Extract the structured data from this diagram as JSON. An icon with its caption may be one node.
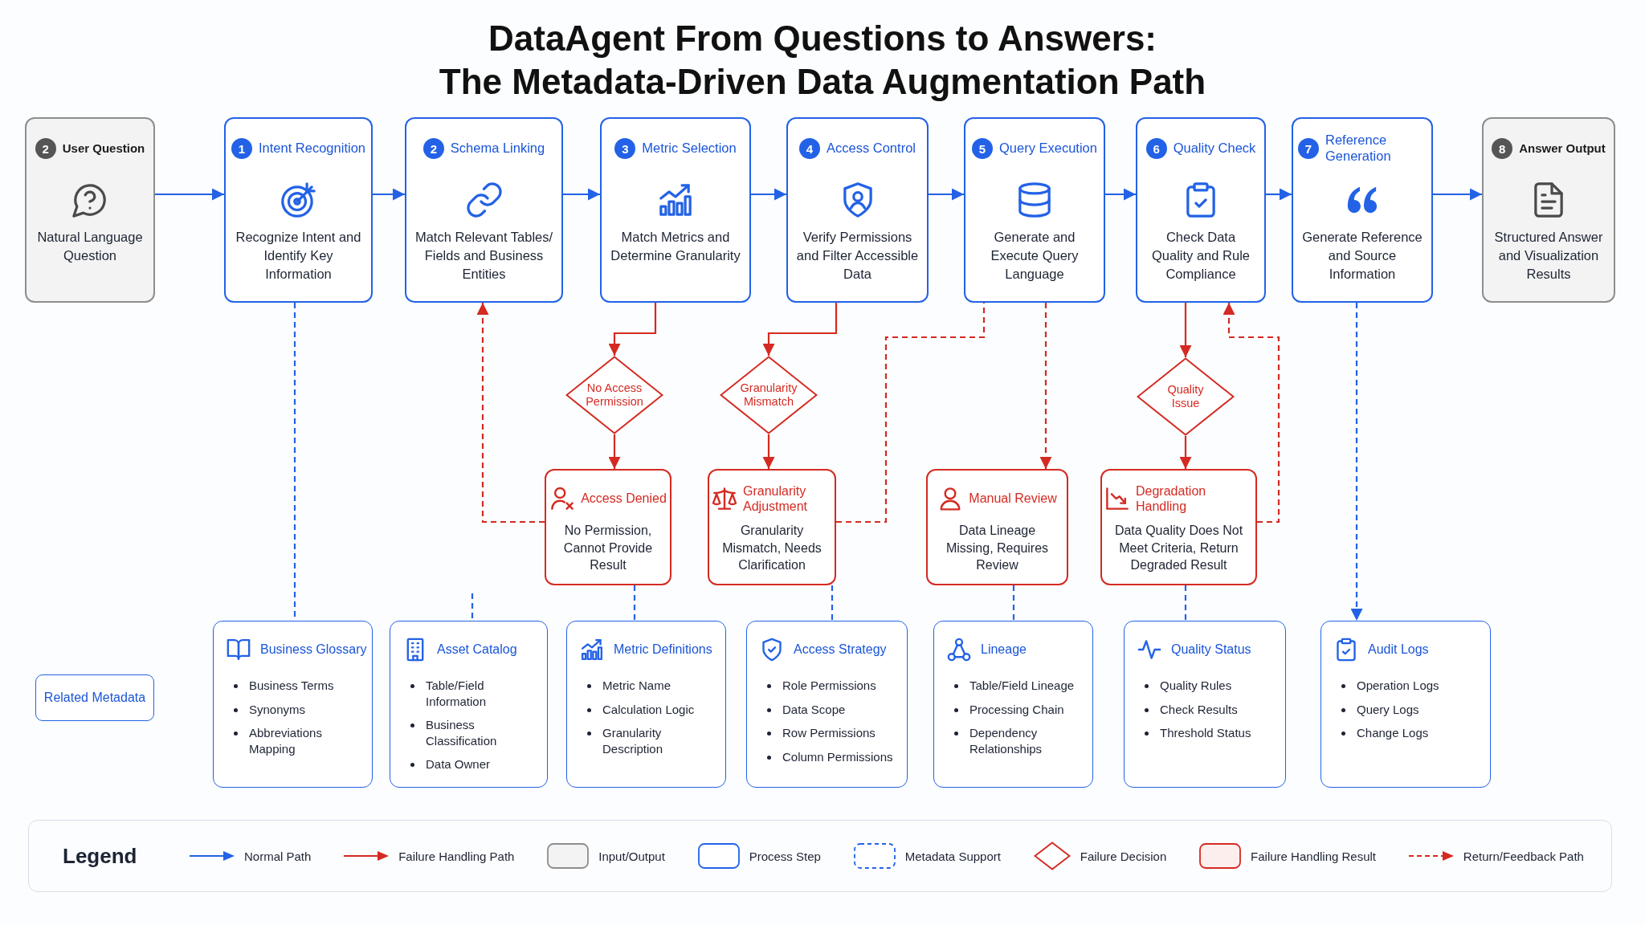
{
  "diagram": {
    "title": "DataAgent From Questions to Answers: The Metadata-Driven Data Augmentation Path",
    "nodes": [
      {
        "text": [
          "2",
          "User Question",
          "Natural Language Question"
        ]
      },
      {
        "text": [
          "1",
          "Intent Recognition",
          "Recognize Intent and Identify Key Information"
        ]
      },
      {
        "text": [
          "2",
          "Schema Linking",
          "Match Relevant Tables/ Fields and Business Entities"
        ]
      },
      {
        "text": [
          "3",
          "Metric Selection",
          "Match Metrics and Determine Granularity"
        ]
      },
      {
        "text": [
          "4",
          "Access Control",
          "Verify Permissions and Filter Accessible Data"
        ]
      },
      {
        "text": [
          "5",
          "Query Execution",
          "Generate and Execute Query Language"
        ]
      },
      {
        "text": [
          "6",
          "Quality Check",
          "Check Data Quality and Rule Compliance"
        ]
      },
      {
        "text": [
          "7",
          "Reference Generation",
          "Generate Reference and Source Information"
        ]
      },
      {
        "text": [
          "8",
          "Answer Output",
          "Structured Answer and Visualization Results"
        ]
      },
      {
        "text": [
          "No Access Permission"
        ]
      },
      {
        "text": [
          "Granularity Mismatch"
        ]
      },
      {
        "text": [
          "Quality Issue"
        ]
      },
      {
        "text": [
          "Access Denied",
          "No Permission, Cannot Provide Result"
        ]
      },
      {
        "text": [
          "Granularity Adjustment",
          "Granularity Mismatch, Needs Clarification"
        ]
      },
      {
        "text": [
          "Manual Review",
          "Data Lineage Missing, Requires Review"
        ]
      },
      {
        "text": [
          "Degradation Handling",
          "Data Quality Does Not Meet Criteria, Return Degraded Result"
        ]
      },
      {
        "text": [
          "Related Metadata"
        ]
      },
      {
        "text": [
          "Business Glossary",
          "Business Terms",
          "Synonyms",
          "Abbreviations Mapping"
        ]
      },
      {
        "text": [
          "Asset Catalog",
          "Table/Field Information",
          "Business Classification",
          "Data Owner"
        ]
      },
      {
        "text": [
          "Metric Definitions",
          "Metric Name",
          "Calculation Logic",
          "Granularity Description"
        ]
      },
      {
        "text": [
          "Access Strategy",
          "Role Permissions",
          "Data Scope",
          "Row Permissions",
          "Column Permissions"
        ]
      },
      {
        "text": [
          "Lineage",
          "Table/Field Lineage",
          "Processing Chain",
          "Dependency Relationships"
        ]
      },
      {
        "text": [
          "Quality Status",
          "Quality Rules",
          "Check Results",
          "Threshold Status"
        ]
      },
      {
        "text": [
          "Audit Logs",
          "Operation Logs",
          "Query Logs",
          "Change Logs"
        ]
      }
    ],
    "edges": [
      {
        "from": 0,
        "to": 1,
        "arrow": "to"
      },
      {
        "from": 1,
        "to": 2,
        "arrow": "to"
      },
      {
        "from": 2,
        "to": 3,
        "arrow": "to"
      },
      {
        "from": 3,
        "to": 4,
        "arrow": "to"
      },
      {
        "from": 4,
        "to": 5,
        "arrow": "to"
      },
      {
        "from": 5,
        "to": 6,
        "arrow": "to"
      },
      {
        "from": 6,
        "to": 7,
        "arrow": "to"
      },
      {
        "from": 7,
        "to": 8,
        "arrow": "to"
      },
      {
        "from": 3,
        "to": 9,
        "arrow": "to",
        "color": "#d42a22"
      },
      {
        "from": 4,
        "to": 10,
        "arrow": "to",
        "color": "#d42a22"
      },
      {
        "from": 9,
        "to": 12,
        "arrow": "to",
        "color": "#d42a22"
      },
      {
        "from": 10,
        "to": 13,
        "arrow": "to",
        "color": "#d42a22"
      },
      {
        "from": 6,
        "to": 11,
        "arrow": "to",
        "color": "#d42a22"
      },
      {
        "from": 11,
        "to": 15,
        "arrow": "to",
        "color": "#d42a22"
      },
      {
        "from": 12,
        "to": 2,
        "arrow": "to",
        "style": "dashed",
        "color": "#d42a22"
      },
      {
        "from": 13,
        "to": 5,
        "arrow": "none",
        "style": "dashed",
        "color": "#d42a22"
      },
      {
        "from": 5,
        "to": 14,
        "arrow": "to",
        "style": "dashed",
        "color": "#d42a22"
      },
      {
        "from": 15,
        "to": 6,
        "arrow": "to",
        "style": "dashed",
        "color": "#d42a22"
      },
      {
        "from": 1,
        "to": 17,
        "arrow": "none",
        "style": "dashed"
      },
      {
        "from": null,
        "to": 18,
        "arrow": "none",
        "style": "dashed"
      },
      {
        "from": 12,
        "to": 19,
        "arrow": "none",
        "style": "dashed"
      },
      {
        "from": 13,
        "to": 20,
        "arrow": "none",
        "style": "dashed"
      },
      {
        "from": 14,
        "to": 21,
        "arrow": "none",
        "style": "dashed"
      },
      {
        "from": 15,
        "to": 22,
        "arrow": "none",
        "style": "dashed"
      },
      {
        "from": 7,
        "to": 23,
        "arrow": "to",
        "style": "dashed"
      }
    ],
    "labels": [
      "Legend"
    ],
    "legend": [
      {
        "text": "Normal Path"
      },
      {
        "text": "Failure Handling Path"
      },
      {
        "text": "Input/Output"
      },
      {
        "text": "Process Step"
      },
      {
        "text": "Metadata Support"
      },
      {
        "text": "Failure Decision"
      },
      {
        "text": "Failure Handling Result"
      },
      {
        "text": "Return/Feedback Path"
      }
    ]
  }
}
